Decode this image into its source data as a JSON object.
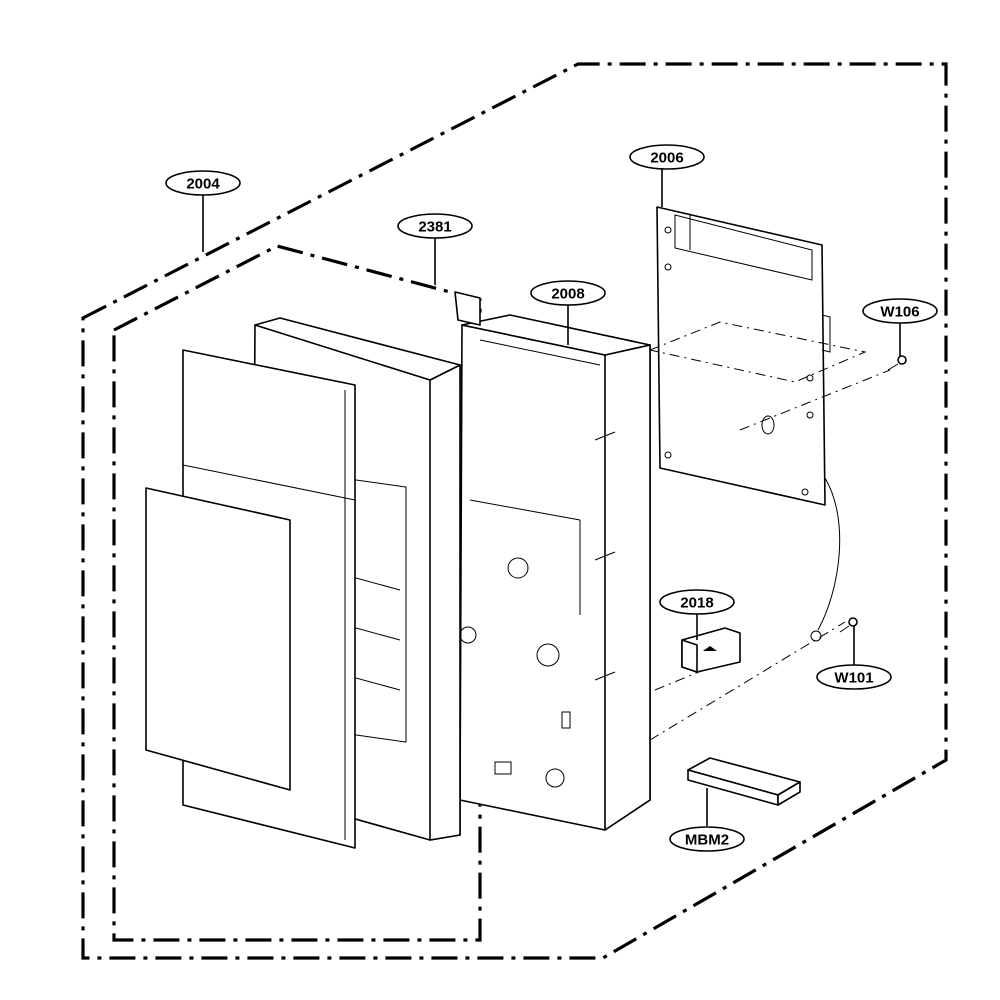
{
  "callouts": {
    "c2004": "2004",
    "c2381": "2381",
    "c2008": "2008",
    "c2006": "2006",
    "cW106": "W106",
    "c2018": "2018",
    "cW101": "W101",
    "cMBM2": "MBM2"
  },
  "colors": {
    "line": "#000000",
    "background": "#ffffff",
    "shade": "#d9d9d9"
  }
}
